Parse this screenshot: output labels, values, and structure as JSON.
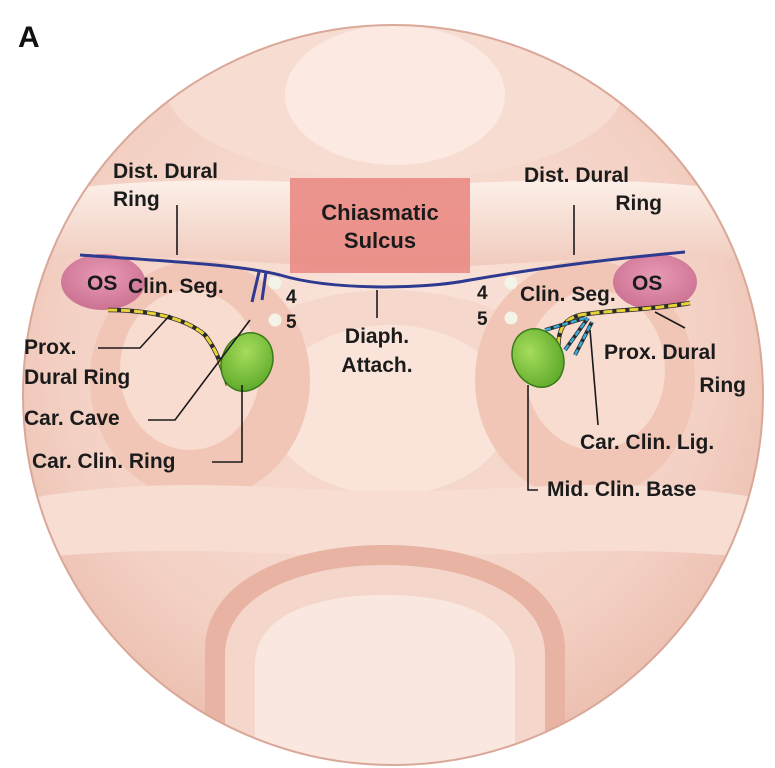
{
  "figure": {
    "panel_letter": "A",
    "colors": {
      "background_circle": "#f3d3c8",
      "tissue_light": "#fae6dc",
      "tissue_shadow": "#e6b3a3",
      "chiasmatic_sulcus_box": "#e98c86",
      "optic_strut": "#d47fa0",
      "distal_dural_ring": "#2d3a8f",
      "proximal_dural_ring": "#e8d23a",
      "carotid_clinoid_ring": "#78c23a",
      "carotid_clinoid_ligament": "#3aa9d6"
    }
  },
  "labels": {
    "chiasmatic_sulcus": [
      "Chiasmatic",
      "Sulcus"
    ],
    "dist_dural_ring_left": [
      "Dist. Dural",
      "Ring"
    ],
    "dist_dural_ring_right": [
      "Dist. Dural",
      "Ring"
    ],
    "os_left": "OS",
    "os_right": "OS",
    "clin_seg_left": "Clin. Seg.",
    "clin_seg_right": "Clin. Seg.",
    "num_4_left": "4",
    "num_5_left": "5",
    "num_4_right": "4",
    "num_5_right": "5",
    "diaph_attach": [
      "Diaph.",
      "Attach."
    ],
    "prox_dural_ring_left": [
      "Prox.",
      "Dural Ring"
    ],
    "prox_dural_ring_right": [
      "Prox. Dural",
      "Ring"
    ],
    "car_cave": "Car. Cave",
    "car_clin_ring": "Car. Clin. Ring",
    "car_clin_lig": "Car. Clin. Lig.",
    "mid_clin_base": "Mid. Clin. Base"
  }
}
